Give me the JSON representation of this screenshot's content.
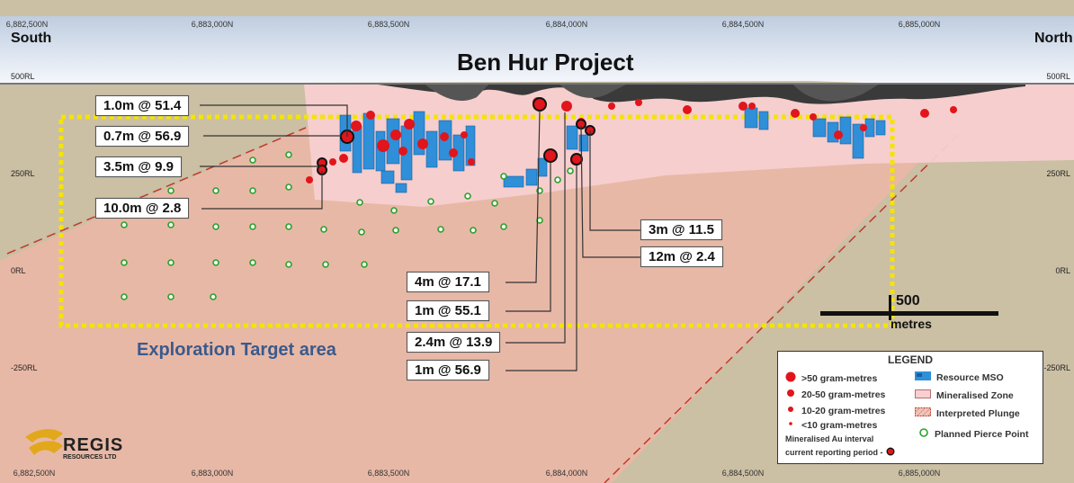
{
  "map": {
    "title": "Ben Hur Project",
    "direction_left": "South",
    "direction_right": "North",
    "target_area_label": "Exploration Target area",
    "scale_bar": {
      "value": "500",
      "unit": "metres"
    },
    "northings_top": [
      "6,882,500N",
      "6,883,000N",
      "6,883,500N",
      "6,884,000N",
      "6,884,500N",
      "6,885,000N"
    ],
    "northings_bottom": [
      "6,882,500N",
      "6,883,000N",
      "6,883,500N",
      "6,884,000N",
      "6,884,500N",
      "6,885,000N"
    ],
    "rl_left": [
      "500RL",
      "250RL",
      "0RL",
      "-250RL"
    ],
    "rl_right": [
      "500RL",
      "250RL",
      "0RL",
      "-250RL"
    ],
    "intercepts": [
      "1.0m @ 51.4",
      "0.7m @ 56.9",
      "3.5m @ 9.9",
      "10.0m @ 2.8",
      "3m @ 11.5",
      "12m @ 2.4",
      "4m @ 17.1",
      "1m @ 55.1",
      "2.4m @ 13.9",
      "1m @ 56.9"
    ],
    "logo": {
      "name": "REGIS",
      "subtitle": "RESOURCES LTD"
    },
    "colors": {
      "sky_top": "#c9d6e6",
      "sky_bottom": "#f3f6fa",
      "background_earth": "#cdbfa3",
      "mineralised_zone": "#f3c8ca",
      "plunge": "#e8b3a6",
      "target_box": "#f4e400",
      "target_label": "#3a5a8c",
      "intercept": "#e1151b",
      "resource_mso": "#2f8fd8",
      "pierce_point": "#2aa12a"
    }
  },
  "legend": {
    "title": "LEGEND",
    "items": [
      {
        "label": ">50 gram-metres",
        "icon": "large-red-dot"
      },
      {
        "label": "20-50 gram-metres",
        "icon": "medium-red-dot"
      },
      {
        "label": "10-20 gram-metres",
        "icon": "small-red-dot"
      },
      {
        "label": "<10 gram-metres",
        "icon": "tiny-red-dot"
      },
      {
        "label": "Resource MSO",
        "icon": "blue-block"
      },
      {
        "label": "Mineralised Zone",
        "icon": "pink-box"
      },
      {
        "label": "Interpreted Plunge",
        "icon": "hatched-box"
      },
      {
        "label": "Planned Pierce Point",
        "icon": "green-circle"
      }
    ],
    "current_period_line1": "Mineralised  Au interval",
    "current_period_line2": "current reporting period -"
  }
}
